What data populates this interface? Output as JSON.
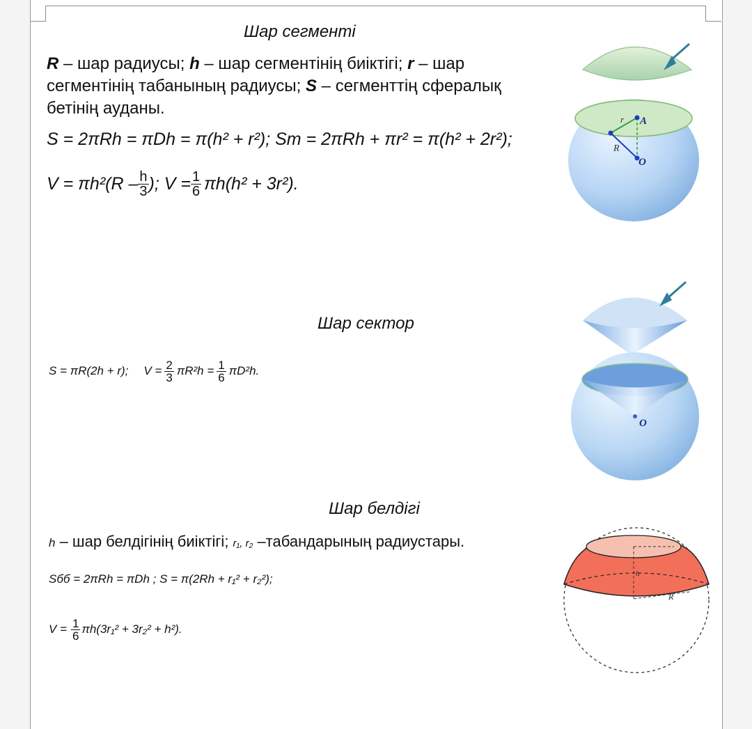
{
  "segment": {
    "title": "Шар сегменті",
    "desc_R": "R",
    "desc_1": " – шар радиусы; ",
    "desc_h": "h",
    "desc_2": " – шар сегментінің биіктігі; ",
    "desc_r": "r",
    "desc_3": " – шар",
    "desc_line2": "сегментінің табанының радиусы; ",
    "desc_S": "S",
    "desc_4": " – сегменттің сфералық",
    "desc_line3": "бетінің ауданы.",
    "formula_s": "S = 2πRh = πDh = π(h² + r²); Sт = 2πRh + πr² = π(h² + 2r²);",
    "v_start": "V = πh²(R – ",
    "v_frac_num": "h",
    "v_frac_den": "3",
    "v_mid": "); V = ",
    "v2_num": "1",
    "v2_den": "6",
    "v_end": "πh(h² + 3r²)."
  },
  "sector": {
    "title": "Шар сектор",
    "s_formula": "S = πR(2h + r);",
    "v_label": "V =",
    "f1_num": "2",
    "f1_den": "3",
    "f1_tail": "πR²h =",
    "f2_num": "1",
    "f2_den": "6",
    "f2_tail": "πD²h."
  },
  "zone": {
    "title": "Шар белдігі",
    "desc_h": "h",
    "desc_1": " – шар белдігінің биіктігі; ",
    "desc_r": "r₁, r₂",
    "desc_2": " –табандарының радиустары.",
    "s_line": "Sбб = 2πRh = πDh ;  S = π(2Rh + r₁² + r₂²);",
    "v_label": "V =",
    "v_num": "1",
    "v_den": "6",
    "v_tail": "πh(3r₁² + 3r₂² + h²)."
  },
  "fig1": {
    "label_r": "r",
    "label_A": "A",
    "label_R": "R",
    "label_O": "O"
  },
  "fig2": {
    "label_O": "O"
  },
  "fig3": {
    "label_h": "h",
    "label_R": "R"
  },
  "colors": {
    "sphere": "#a9cbf0",
    "cap": "#cfe8c4",
    "arrow": "#2f7f9a",
    "zone": "#f2705a"
  }
}
